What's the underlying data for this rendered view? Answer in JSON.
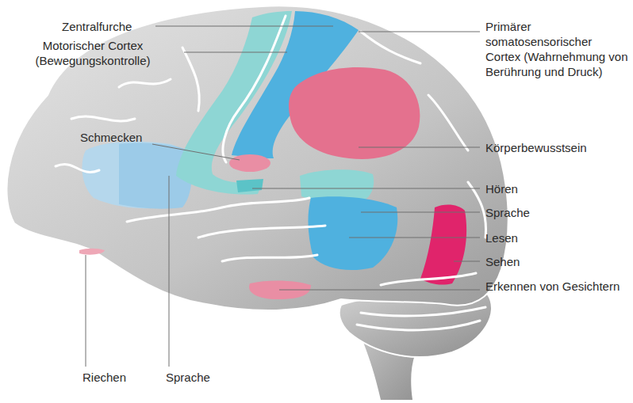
{
  "diagram": {
    "labels": [
      "Zentralfurche",
      "Motorischer Cortex (Bewegungskontrolle)",
      "Schmecken",
      "Primärer somatosensorischer Cortex (Wahrnehmung von Berührung und Druck)",
      "Körperbewusstsein",
      "Hören",
      "Sprache",
      "Lesen",
      "Sehen",
      "Erkennen von Gesichtern",
      "Riechen",
      "Sprache"
    ]
  }
}
